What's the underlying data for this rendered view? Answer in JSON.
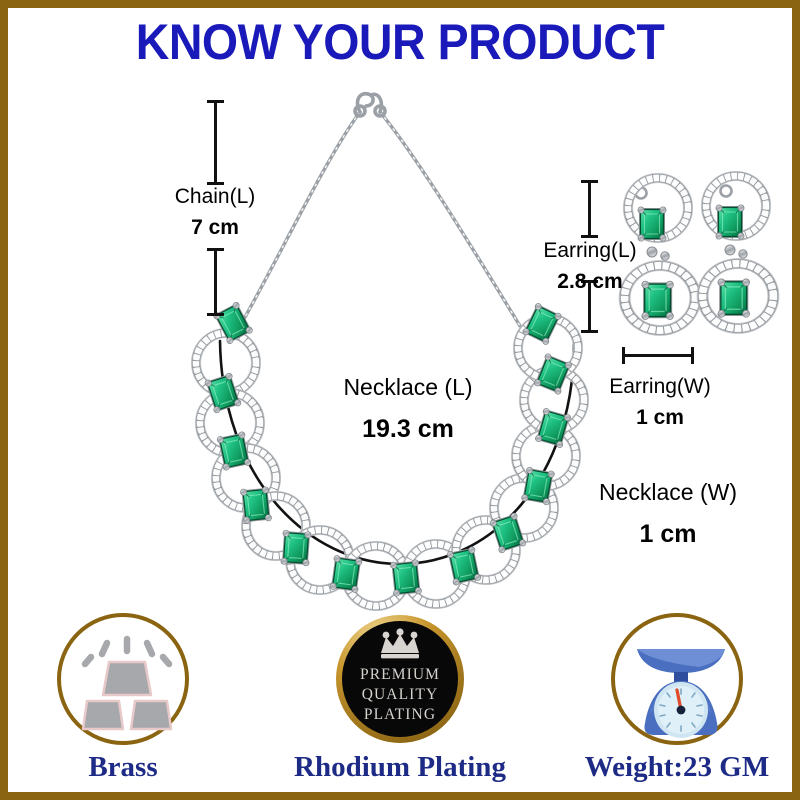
{
  "page": {
    "title": "KNOW YOUR PRODUCT",
    "border_color": "#8a6410",
    "title_color": "#1a19b9",
    "background": "#ffffff"
  },
  "measurements": [
    {
      "id": "chain-length",
      "name": "Chain(L)",
      "value": "7 cm",
      "orientation": "vertical"
    },
    {
      "id": "necklace-length",
      "name": "Necklace (L)",
      "value": "19.3 cm",
      "orientation": "arc"
    },
    {
      "id": "earring-length",
      "name": "Earring(L)",
      "value": "2.8 cm",
      "orientation": "vertical"
    },
    {
      "id": "earring-width",
      "name": "Earring(W)",
      "value": "1 cm",
      "orientation": "horizontal"
    },
    {
      "id": "necklace-width",
      "name": "Necklace (W)",
      "value": "1 cm",
      "orientation": "none"
    }
  ],
  "features": [
    {
      "id": "material",
      "caption": "Brass",
      "icon": "gold-bars-icon",
      "badge_color": "#8a6410"
    },
    {
      "id": "plating",
      "caption": "Rhodium Plating",
      "icon": "premium-seal-icon",
      "badge_color": "#c9972e",
      "seal_lines": [
        "PREMIUM",
        "QUALITY",
        "PLATING"
      ],
      "seal_crown": "crown-icon"
    },
    {
      "id": "weight",
      "caption": "Weight:23 GM",
      "icon": "weighing-scale-icon",
      "badge_color": "#8a6410"
    }
  ],
  "product": {
    "type": "necklace-and-earring-set",
    "stone_color": "#17a96e",
    "metal_color": "#c3c6c9",
    "necklace_links": 13,
    "earring_count": 2,
    "earring_rings_each": 2
  }
}
